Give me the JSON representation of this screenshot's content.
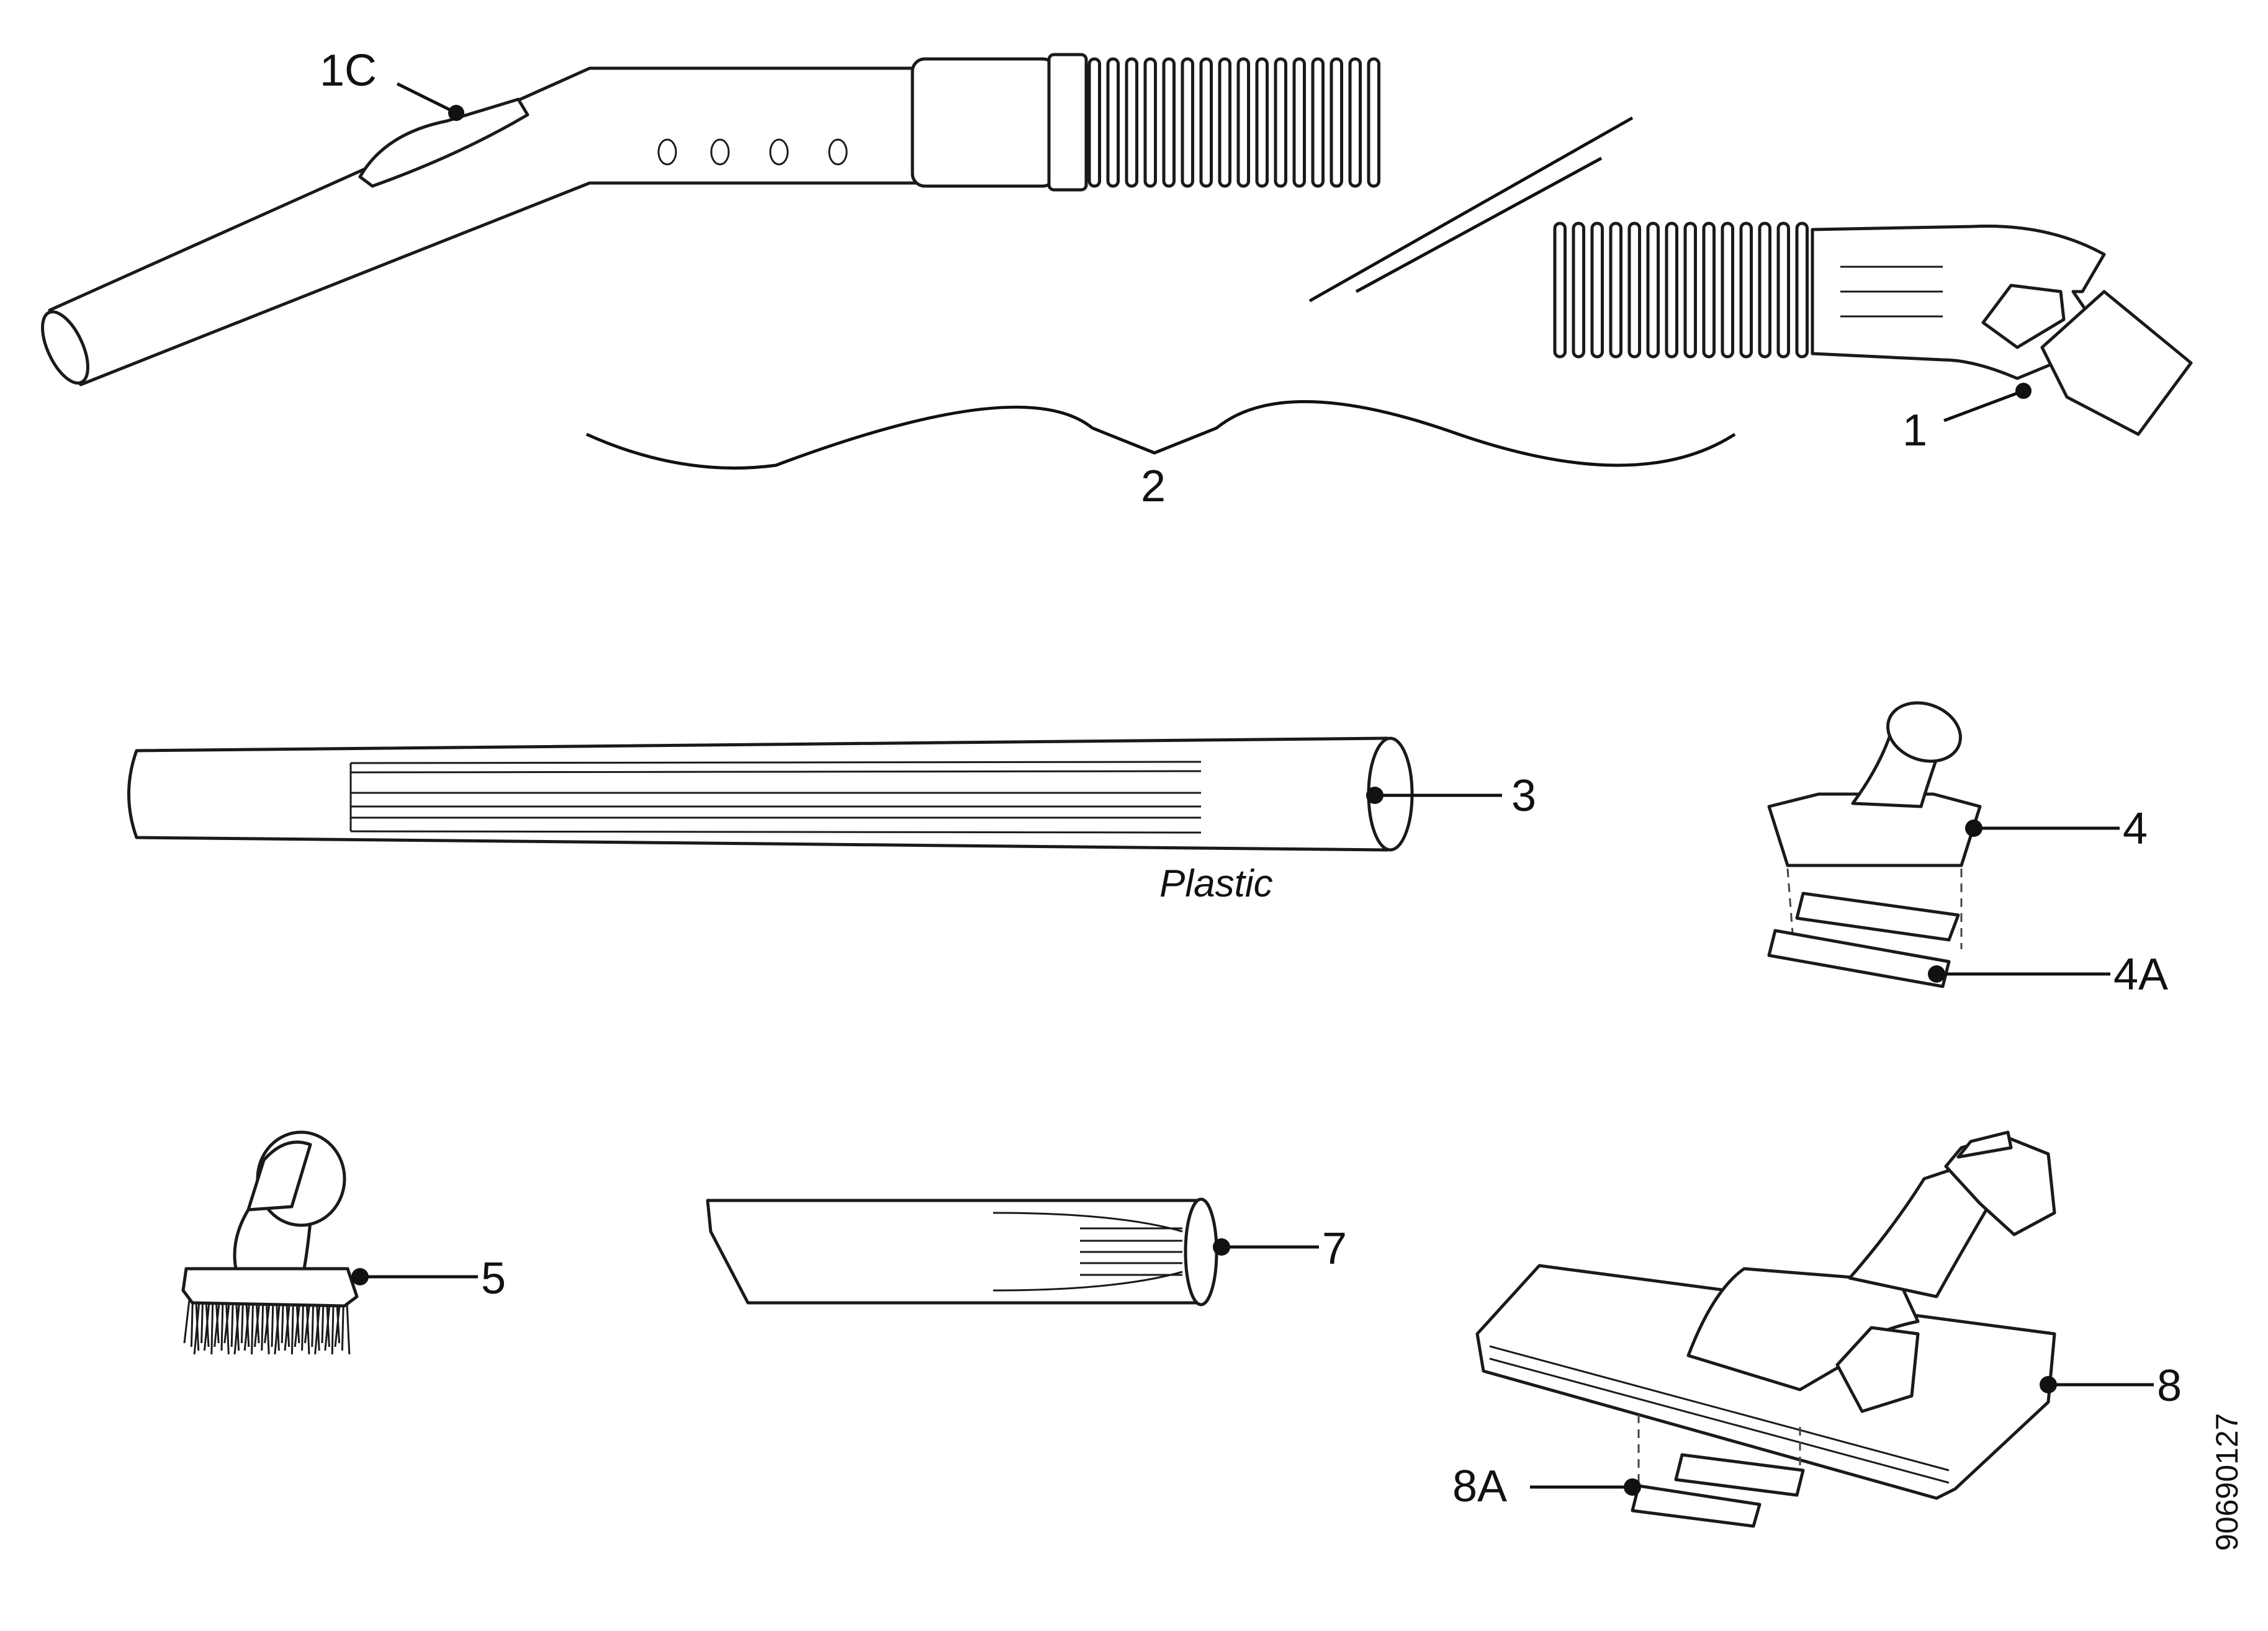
{
  "labels": {
    "part_1c": "1C",
    "part_1": "1",
    "part_2": "2",
    "part_3": "3",
    "part_4": "4",
    "part_4a": "4A",
    "part_5": "5",
    "part_7": "7",
    "part_8": "8",
    "part_8a": "8A"
  },
  "material_note": "Plastic",
  "drawing_code": "90690127",
  "icons": [
    "telescopic-wand-icon",
    "hose-handle-icon",
    "extension-tube-icon",
    "upholstery-nozzle-icon",
    "dusting-brush-icon",
    "crevice-tool-icon",
    "floor-nozzle-icon"
  ],
  "colors": {
    "line": "#1a1a1a",
    "background": "#ffffff"
  }
}
